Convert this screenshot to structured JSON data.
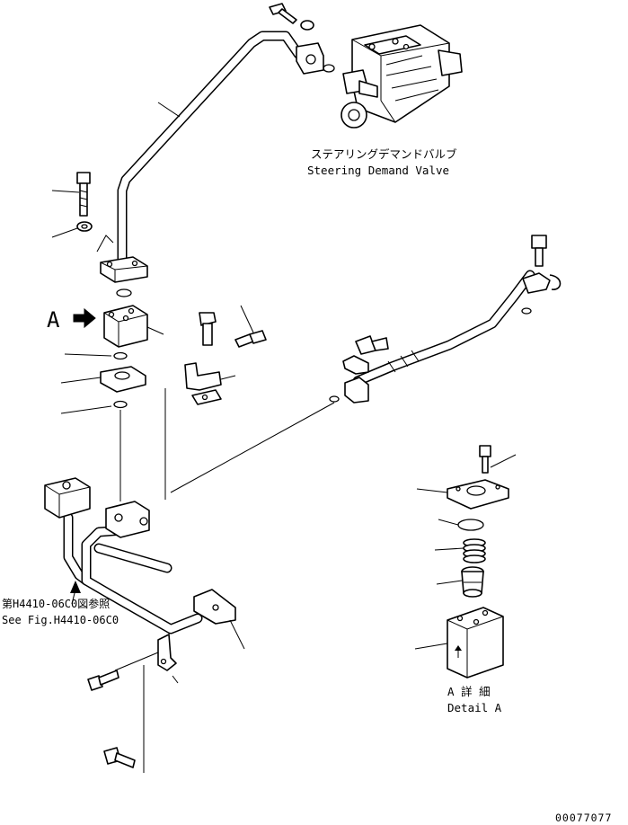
{
  "valve": {
    "name_jp": "ステアリングデマンドバルブ",
    "name_en": "Steering Demand Valve"
  },
  "detail": {
    "callout": "A",
    "title_jp": "A 詳 細",
    "title_en": "Detail A"
  },
  "reference": {
    "jp": "第H4410-06C0図参照",
    "en": "See Fig.H4410-06C0"
  },
  "drawing_number": "00077077",
  "icons": {
    "arrow": "view-arrow-icon",
    "direction": "flow-direction-icon"
  }
}
